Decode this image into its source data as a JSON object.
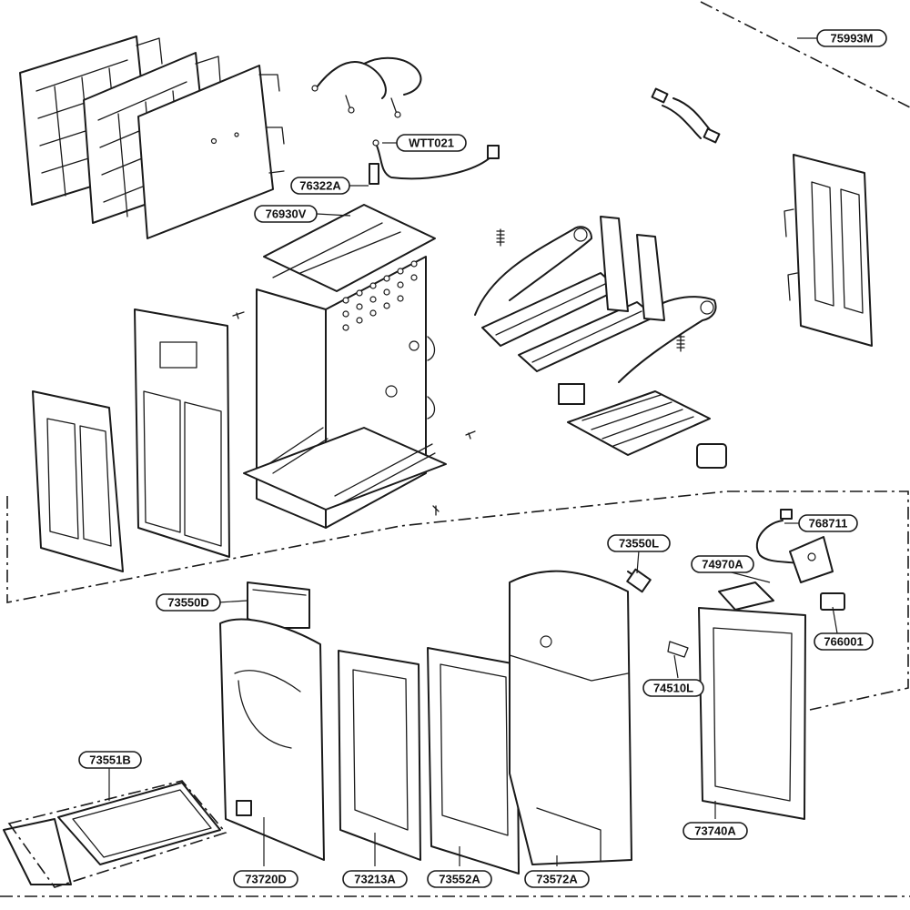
{
  "diagram": {
    "part_labels": [
      "75993M",
      "WTT021",
      "76322A",
      "76930V",
      "768711",
      "73550L",
      "74970A",
      "766001",
      "74510L",
      "73550D",
      "73551B",
      "73720D",
      "73213A",
      "73552A",
      "73572A",
      "73740A"
    ]
  }
}
